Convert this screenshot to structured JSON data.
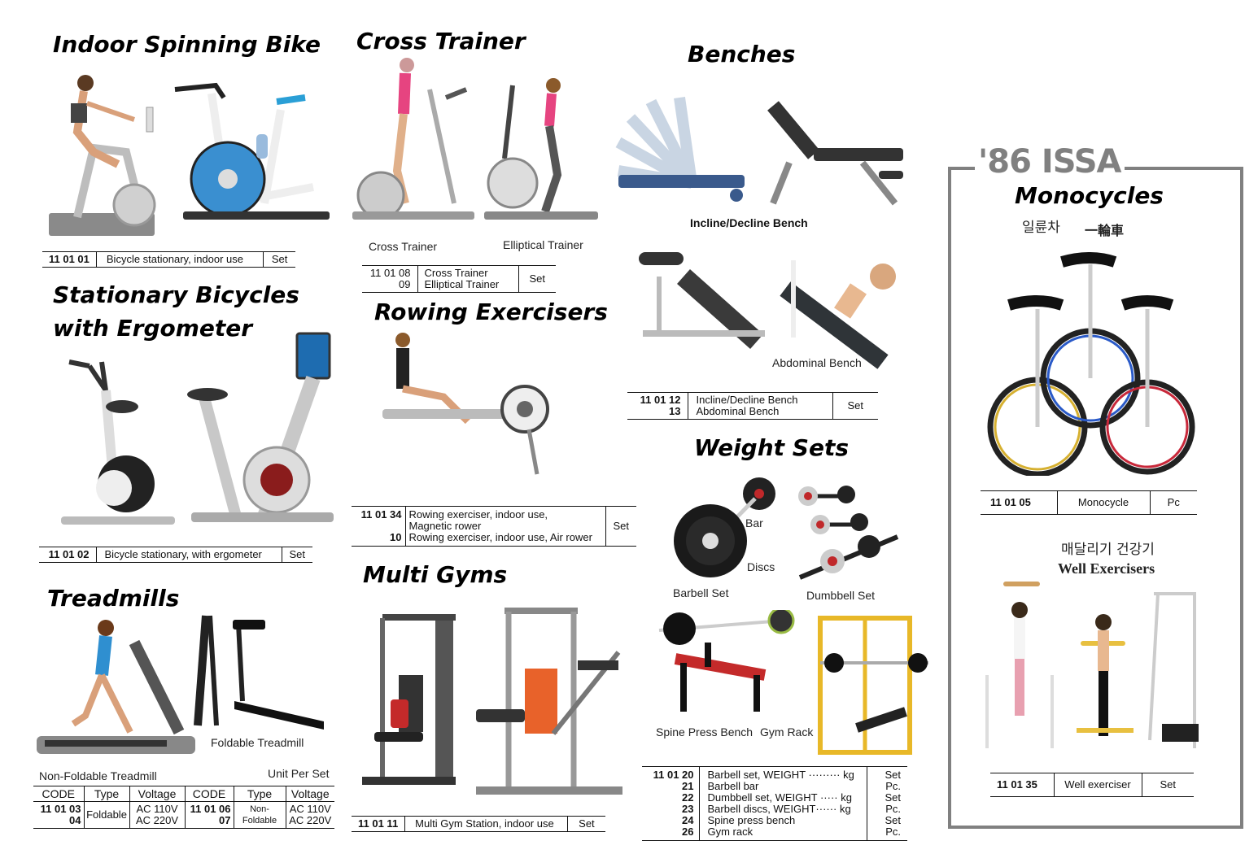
{
  "sections": {
    "spinning": {
      "title": "Indoor Spinning Bike",
      "table": {
        "code": "11 01 01",
        "desc": "Bicycle stationary, indoor use",
        "unit": "Set"
      }
    },
    "cross": {
      "title": "Cross Trainer",
      "captions": [
        "Cross Trainer",
        "Elliptical Trainer"
      ],
      "table": {
        "code_lines": [
          "11 01 08",
          "09"
        ],
        "desc_lines": [
          "Cross Trainer",
          "Elliptical Trainer"
        ],
        "unit": "Set"
      }
    },
    "benches": {
      "title": "Benches",
      "captions": [
        "Incline/Decline Bench",
        "Abdominal Bench"
      ],
      "table": {
        "code_lines": [
          "11 01 12",
          "13"
        ],
        "desc_lines": [
          "Incline/Decline Bench",
          "Abdominal Bench"
        ],
        "unit": "Set"
      }
    },
    "stationary": {
      "title_lines": [
        "Stationary Bicycles",
        "with Ergometer"
      ],
      "table": {
        "code": "11 01 02",
        "desc": "Bicycle stationary, with ergometer",
        "unit": "Set"
      }
    },
    "rowing": {
      "title": "Rowing Exercisers",
      "table": {
        "rows": [
          {
            "code": "11 01 34",
            "desc": "Rowing exerciser, indoor use,"
          },
          {
            "code": "",
            "desc": "Magnetic rower"
          },
          {
            "code": "10",
            "desc": "Rowing exerciser, indoor use, Air rower"
          }
        ],
        "unit": "Set"
      }
    },
    "weights": {
      "title": "Weight Sets",
      "captions": {
        "bar": "Bar",
        "discs": "Discs",
        "barbell_set": "Barbell Set",
        "dumbbell_set": "Dumbbell Set",
        "spine_bench": "Spine Press Bench",
        "gym_rack": "Gym Rack"
      },
      "table": {
        "rows": [
          {
            "code": "11 01 20",
            "desc": "Barbell set, WEIGHT ········· kg",
            "unit": "Set"
          },
          {
            "code": "21",
            "desc": "Barbell bar",
            "unit": "Pc."
          },
          {
            "code": "22",
            "desc": "Dumbbell set, WEIGHT ····· kg",
            "unit": "Set"
          },
          {
            "code": "23",
            "desc": "Barbell discs, WEIGHT······ kg",
            "unit": "Pc."
          },
          {
            "code": "24",
            "desc": "Spine press bench",
            "unit": "Set"
          },
          {
            "code": "26",
            "desc": "Gym rack",
            "unit": "Pc."
          }
        ]
      }
    },
    "treadmills": {
      "title": "Treadmills",
      "captions": {
        "foldable": "Foldable Treadmill",
        "non_foldable": "Non-Foldable Treadmill",
        "unit_per": "Unit Per Set"
      },
      "table": {
        "headers": [
          "CODE",
          "Type",
          "Voltage",
          "CODE",
          "Type",
          "Voltage"
        ],
        "row": {
          "code1_lines": [
            "11 01 03",
            "04"
          ],
          "type1": "Foldable",
          "volt1_lines": [
            "AC 110V",
            "AC 220V"
          ],
          "code2_lines": [
            "11 01 06",
            "07"
          ],
          "type2_lines": [
            "Non-",
            "Foldable"
          ],
          "volt2_lines": [
            "AC 110V",
            "AC 220V"
          ]
        }
      }
    },
    "multigym": {
      "title": "Multi Gyms",
      "table": {
        "code": "11 01 11",
        "desc": "Multi Gym Station, indoor use",
        "unit": "Set"
      }
    },
    "issa": {
      "label": "'86 ISSA",
      "monocycles": {
        "title": "Monocycles",
        "korean": "일륜차",
        "hanja": "一輪車",
        "table": {
          "code": "11 01 05",
          "desc": "Monocycle",
          "unit": "Pc"
        }
      },
      "well": {
        "korean": "매달리기 건강기",
        "title": "Well Exercisers",
        "table": {
          "code": "11 01 35",
          "desc": "Well exerciser",
          "unit": "Set"
        }
      }
    }
  },
  "colors": {
    "frame_gray": "#808080",
    "text": "#111111",
    "spin_blue": "#3a8fd0",
    "bench_dark": "#2f3438",
    "rack_yellow": "#e8b828",
    "weight_red": "#c0282a"
  }
}
